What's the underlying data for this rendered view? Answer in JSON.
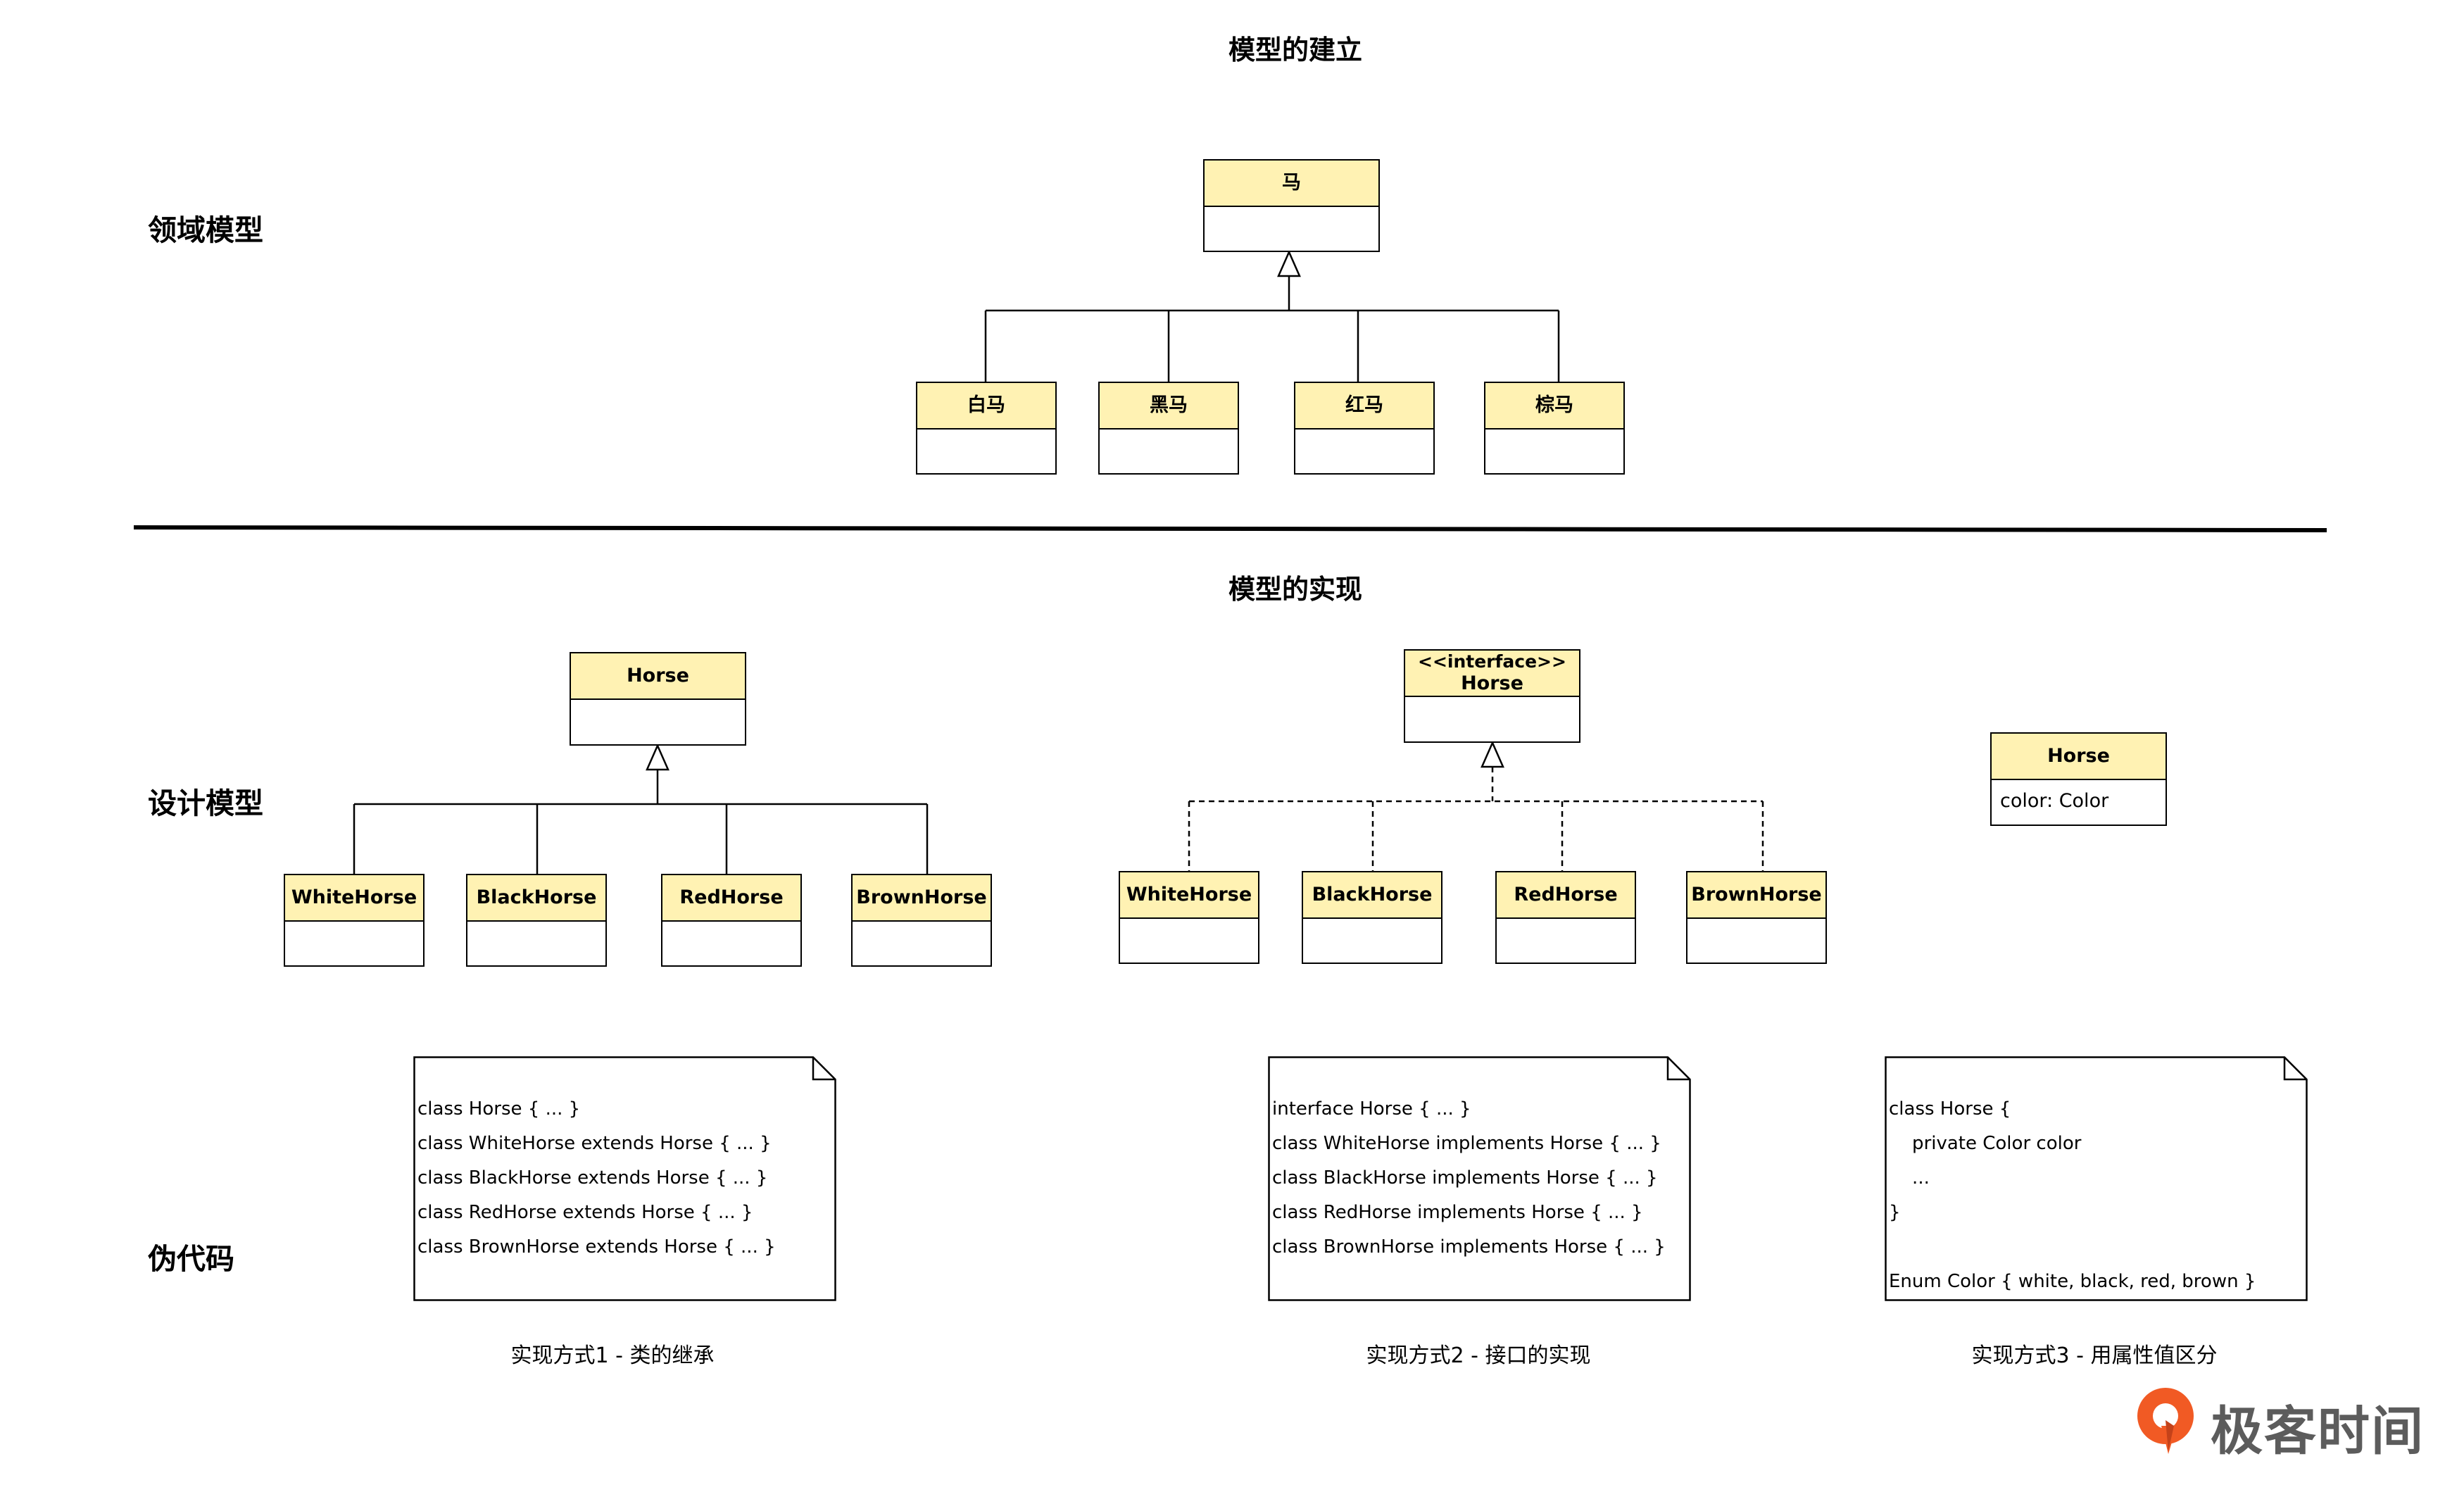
{
  "titles": {
    "model_building": "模型的建立",
    "model_implementation": "模型的实现"
  },
  "row_labels": {
    "domain_model": "领域模型",
    "design_model": "设计模型",
    "pseudocode": "伪代码"
  },
  "domain_model": {
    "parent": "马",
    "children": [
      "白马",
      "黑马",
      "红马",
      "棕马"
    ]
  },
  "design_inheritance": {
    "parent": "Horse",
    "children": [
      "WhiteHorse",
      "BlackHorse",
      "RedHorse",
      "BrownHorse"
    ]
  },
  "design_interface": {
    "stereotype": "<<interface>>",
    "parent": "Horse",
    "children": [
      "WhiteHorse",
      "BlackHorse",
      "RedHorse",
      "BrownHorse"
    ]
  },
  "design_attribute": {
    "name": "Horse",
    "attribute": "color: Color"
  },
  "notes": {
    "inheritance": [
      "class Horse { ... }",
      "class WhiteHorse extends Horse { ... }",
      "class BlackHorse extends Horse { ... }",
      "class RedHorse extends Horse { ... }",
      "class BrownHorse extends Horse { ... }"
    ],
    "interface": [
      "interface Horse { ... }",
      "class WhiteHorse implements Horse { ... }",
      "class BlackHorse implements Horse { ... }",
      "class RedHorse implements Horse { ... }",
      "class BrownHorse implements Horse { ... }"
    ],
    "attribute": [
      "class Horse {",
      "    private Color color",
      "    ...",
      "}",
      "",
      "Enum Color { white, black, red, brown }"
    ]
  },
  "captions": {
    "way1": "实现方式1 - 类的继承",
    "way2": "实现方式2 - 接口的实现",
    "way3": "实现方式3 - 用属性值区分"
  },
  "logo": {
    "text": "极客时间",
    "color": "#f15a24"
  }
}
